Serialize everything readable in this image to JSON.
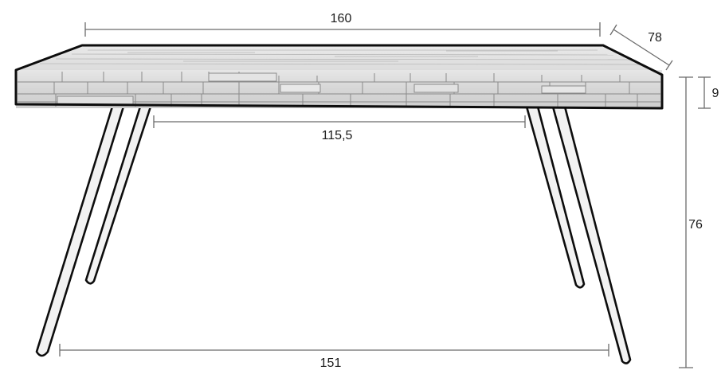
{
  "diagram": {
    "subject": "Table dimension drawing",
    "units_note": "",
    "colors": {
      "background": "#ffffff",
      "outline": "#0d0d0d",
      "dimension_line": "#6b6b6b",
      "wood_light": "#e4e4e4",
      "wood_mid": "#c9c9c9",
      "label": "#1a1a1a"
    },
    "dimensions": {
      "top_length": "160",
      "top_depth": "78",
      "top_thickness": "9",
      "inner_leg_span": "115,5",
      "total_height": "76",
      "floor_leg_span": "151"
    }
  }
}
